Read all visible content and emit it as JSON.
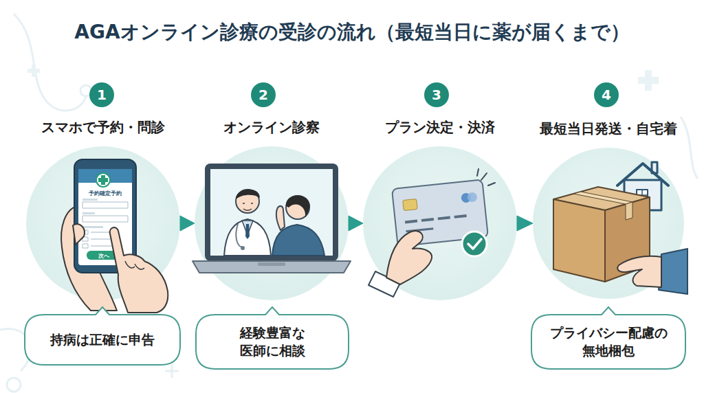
{
  "diagram": {
    "title": "AGAオンライン診療の受診の流れ（最短当日に薬が届くまで）",
    "nodes": [
      {
        "text": [
          "1"
        ]
      },
      {
        "text": [
          "スマホで予約・問診"
        ]
      },
      {
        "text": [
          "持病は正確に申告"
        ]
      },
      {
        "text": [
          "2"
        ]
      },
      {
        "text": [
          "オンライン診察"
        ]
      },
      {
        "text": [
          "経験豊富な 医師に相談"
        ]
      },
      {
        "text": [
          "3"
        ]
      },
      {
        "text": [
          "プラン決定・決済"
        ]
      },
      {
        "text": [
          "4"
        ]
      },
      {
        "text": [
          "最短当日発送・自宅着"
        ]
      },
      {
        "text": [
          "プライバシー配慮の 無地梱包"
        ]
      }
    ],
    "edges": [
      {
        "from": 1,
        "to": 4,
        "arrow": "to"
      },
      {
        "from": 4,
        "to": 7,
        "arrow": "to"
      },
      {
        "from": 7,
        "to": 9,
        "arrow": "to"
      }
    ],
    "labels": [
      "予約確定予約",
      "次へ"
    ]
  }
}
